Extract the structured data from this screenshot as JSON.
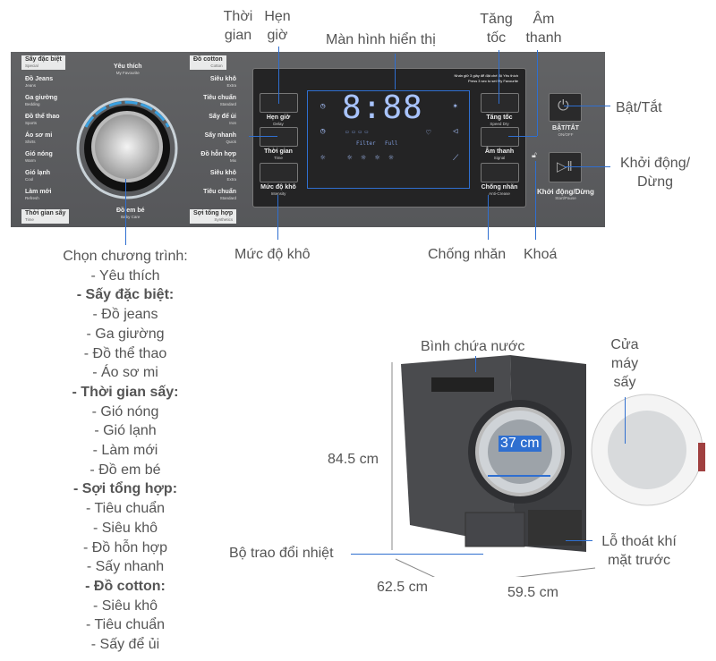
{
  "callouts": {
    "time": "Thời gian",
    "delay": "Hẹn giờ",
    "display": "Màn hình hiển thị",
    "speed": "Tăng tốc",
    "sound": "Âm thanh",
    "power": "Bật/Tắt",
    "start": "Khởi động/ Dừng",
    "dryness": "Mức độ khô",
    "anti_crease": "Chống nhăn",
    "lock": "Khoá",
    "tank": "Bình chứa nước",
    "door": "Cửa máy sấy",
    "heat_exchanger": "Bộ trao đổi nhiệt",
    "vent": "Lỗ thoát khí mặt trước"
  },
  "dimensions": {
    "height": "84.5 cm",
    "depth": "62.5 cm",
    "width": "59.5 cm",
    "door_diameter": "37 cm"
  },
  "panel": {
    "favourite": {
      "vi": "Yêu thích",
      "en": "My Favourite"
    },
    "baby": {
      "vi": "Đồ em bé",
      "en": "Baby Care"
    },
    "headers": [
      {
        "vi": "Sấy đặc biệt",
        "en": "Special"
      },
      {
        "vi": "Thời gian sấy",
        "en": "Time"
      },
      {
        "vi": "Đồ cotton",
        "en": "Cotton"
      },
      {
        "vi": "Sợi tổng hợp",
        "en": "Synthetics"
      }
    ],
    "left": [
      {
        "vi": "Đồ Jeans",
        "en": "Jeans"
      },
      {
        "vi": "Ga giường",
        "en": "Bedding"
      },
      {
        "vi": "Đồ thể thao",
        "en": "Sports"
      },
      {
        "vi": "Áo sơ mi",
        "en": "Shirts"
      },
      {
        "vi": "Gió nóng",
        "en": "Warm"
      },
      {
        "vi": "Gió lạnh",
        "en": "Cool"
      },
      {
        "vi": "Làm mới",
        "en": "Refresh"
      }
    ],
    "right": [
      {
        "vi": "Siêu khô",
        "en": "Extra"
      },
      {
        "vi": "Tiêu chuẩn",
        "en": "Standard"
      },
      {
        "vi": "Sấy để ủi",
        "en": "Iron"
      },
      {
        "vi": "Sấy nhanh",
        "en": "Quick"
      },
      {
        "vi": "Đồ hỗn hợp",
        "en": "Mix"
      },
      {
        "vi": "Siêu khô",
        "en": "Extra"
      },
      {
        "vi": "Tiêu chuẩn",
        "en": "Standard"
      }
    ],
    "buttons_left": [
      {
        "vi": "Hẹn giờ",
        "en": "Delay"
      },
      {
        "vi": "Thời gian",
        "en": "Time"
      },
      {
        "vi": "Mức độ khô",
        "en": "Intensity"
      }
    ],
    "buttons_right": [
      {
        "vi": "Tăng tốc",
        "en": "Speed Dry"
      },
      {
        "vi": "Âm thanh",
        "en": "Signal"
      },
      {
        "vi": "Chống nhăn",
        "en": "Anti-Crease"
      }
    ],
    "power": {
      "vi": "BẬT/TẮT",
      "en": "ON/OFF"
    },
    "start": {
      "vi": "Khởi động/Dừng",
      "en": "Start/Pause"
    },
    "display_digits": "8:88",
    "display_filter": "Filter",
    "display_full": "Full",
    "hint_vi": "Nhấn giữ 3 giây để đặt chế độ Yêu thích",
    "hint_en": "Press 3 sec to set My Favourite"
  },
  "programs": {
    "title": "Chọn chương trình:",
    "items": [
      {
        "t": "- Yêu thích",
        "b": false
      },
      {
        "t": "- Sấy đặc biệt:",
        "b": true
      },
      {
        "t": "- Đồ jeans",
        "b": false
      },
      {
        "t": "- Ga giường",
        "b": false
      },
      {
        "t": "- Đồ thể thao",
        "b": false
      },
      {
        "t": "- Áo sơ mi",
        "b": false
      },
      {
        "t": "- Thời gian sấy:",
        "b": true
      },
      {
        "t": "- Gió nóng",
        "b": false
      },
      {
        "t": "- Gió lạnh",
        "b": false
      },
      {
        "t": "- Làm mới",
        "b": false
      },
      {
        "t": "- Đồ em bé",
        "b": false
      },
      {
        "t": "- Sợi tổng hợp:",
        "b": true
      },
      {
        "t": "- Tiêu chuẩn",
        "b": false
      },
      {
        "t": "- Siêu khô",
        "b": false
      },
      {
        "t": "- Đồ hỗn hợp",
        "b": false
      },
      {
        "t": "- Sấy nhanh",
        "b": false
      },
      {
        "t": "- Đồ cotton:",
        "b": true
      },
      {
        "t": "- Siêu khô",
        "b": false
      },
      {
        "t": "- Tiêu chuẩn",
        "b": false
      },
      {
        "t": "- Sấy để ủi",
        "b": false
      }
    ]
  },
  "colors": {
    "accent": "#2f6fd0",
    "panel": "#5c5d5f",
    "display_text": "#a9c4ff"
  }
}
